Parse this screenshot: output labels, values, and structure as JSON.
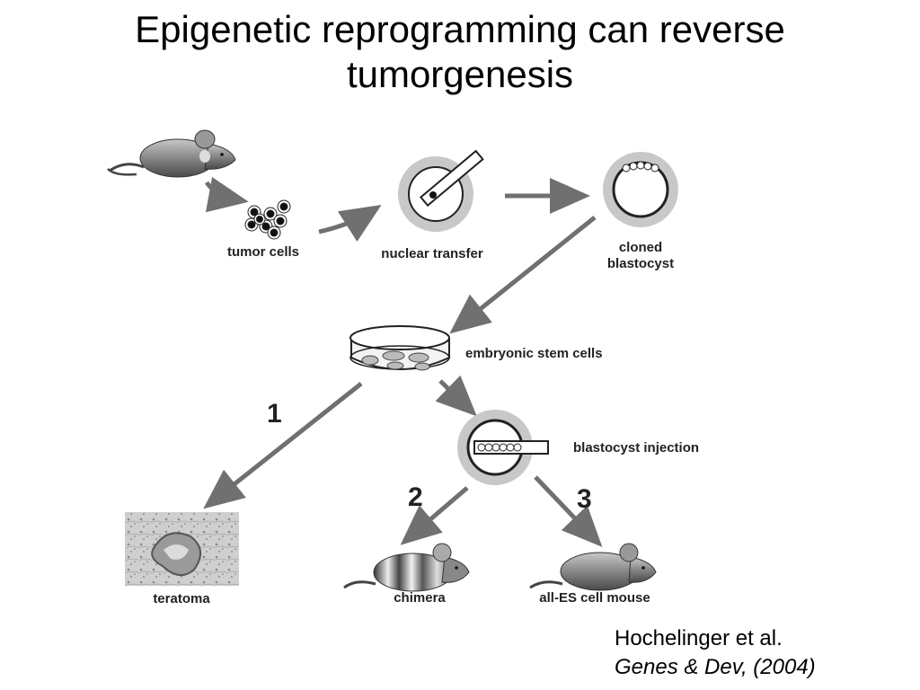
{
  "title": {
    "line1": "Epigenetic reprogramming can reverse",
    "line2": "tumorgenesis"
  },
  "labels": {
    "tumor_cells": "tumor cells",
    "nuclear_transfer": "nuclear transfer",
    "cloned_line1": "cloned",
    "cloned_line2": "blastocyst",
    "es_cells": "embryonic stem cells",
    "blastocyst_injection": "blastocyst injection",
    "teratoma": "teratoma",
    "chimera": "chimera",
    "all_es": "all-ES cell mouse"
  },
  "step_numbers": {
    "one": "1",
    "two": "2",
    "three": "3"
  },
  "citation": {
    "authors": "Hochelinger et al.",
    "journal": "Genes & Dev, (2004)"
  },
  "colors": {
    "arrow": "#707070",
    "mouse": "#8a8a8a",
    "ring": "#c8c8c8"
  }
}
